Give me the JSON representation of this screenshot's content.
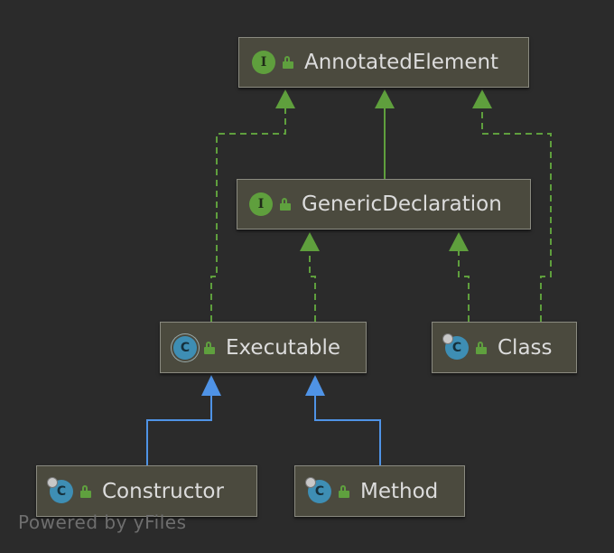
{
  "nodes": {
    "annotated_element": {
      "name": "AnnotatedElement",
      "kind": "interface",
      "badge": "I"
    },
    "generic_declaration": {
      "name": "GenericDeclaration",
      "kind": "interface",
      "badge": "I"
    },
    "executable": {
      "name": "Executable",
      "kind": "abstract class",
      "badge": "C"
    },
    "class": {
      "name": "Class",
      "kind": "final class",
      "badge": "C"
    },
    "constructor": {
      "name": "Constructor",
      "kind": "final class",
      "badge": "C"
    },
    "method": {
      "name": "Method",
      "kind": "class",
      "badge": "C"
    }
  },
  "edges": [
    {
      "from": "Executable",
      "to": "AnnotatedElement",
      "type": "implements"
    },
    {
      "from": "GenericDeclaration",
      "to": "AnnotatedElement",
      "type": "extends-interface"
    },
    {
      "from": "Class",
      "to": "AnnotatedElement",
      "type": "implements"
    },
    {
      "from": "Executable",
      "to": "GenericDeclaration",
      "type": "implements"
    },
    {
      "from": "Class",
      "to": "GenericDeclaration",
      "type": "implements"
    },
    {
      "from": "Constructor",
      "to": "Executable",
      "type": "extends"
    },
    {
      "from": "Method",
      "to": "Executable",
      "type": "extends"
    }
  ],
  "colors": {
    "background": "#2b2b2b",
    "node_fill": "#4b4a3e",
    "interface_edge": "#5f9f3d",
    "class_edge": "#4f93e6",
    "interface_badge": "#5f9f3d",
    "class_badge": "#3e8eb4"
  },
  "watermark": "Powered by yFiles"
}
